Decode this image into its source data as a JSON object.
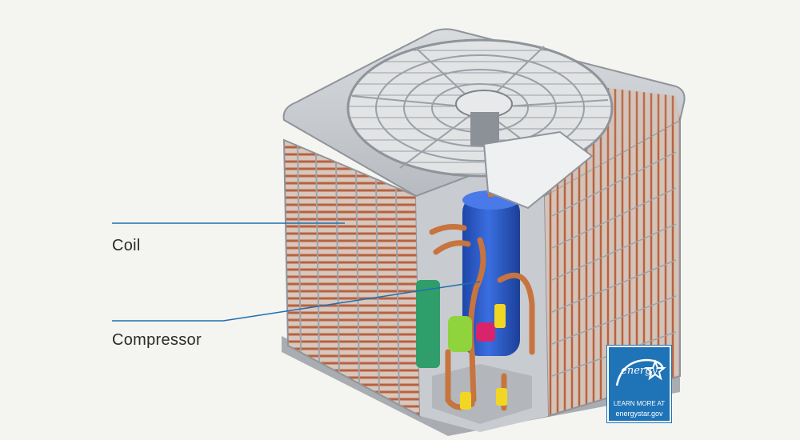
{
  "callouts": {
    "coil_label": "Coil",
    "compressor_label": "Compressor",
    "line_color": "#1f6fb2"
  },
  "energy_star_badge": {
    "logo_word": "energy",
    "line1": "LEARN MORE AT",
    "line2": "energystar.gov",
    "color": "#1f73b7"
  },
  "colors": {
    "background": "#f4f4f1",
    "cabinet": "#c9ccd0",
    "coil_copper": "#c06b4a",
    "compressor_blue": "#2f5fd0"
  }
}
